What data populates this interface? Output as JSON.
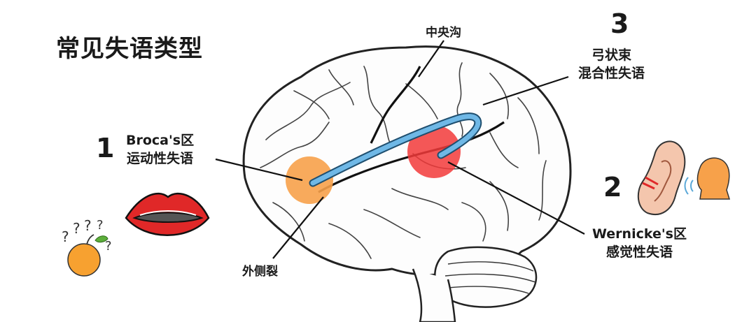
{
  "title": "常见失语类型",
  "labels": {
    "central_sulcus": "中央沟",
    "lateral_fissure": "外侧裂"
  },
  "types": [
    {
      "number": "1",
      "area": "Broca's区",
      "aphasia": "运动性失语",
      "color": "#f7a14a"
    },
    {
      "number": "2",
      "area": "Wernicke's区",
      "aphasia": "感觉性失语",
      "color": "#f23a3a"
    },
    {
      "number": "3",
      "area": "弓状束",
      "aphasia": "混合性失语",
      "color": "#5aa8d8"
    }
  ],
  "icons": [
    "mouth-icon",
    "orange-question-icon",
    "ear-icon",
    "speaking-head-icon"
  ]
}
